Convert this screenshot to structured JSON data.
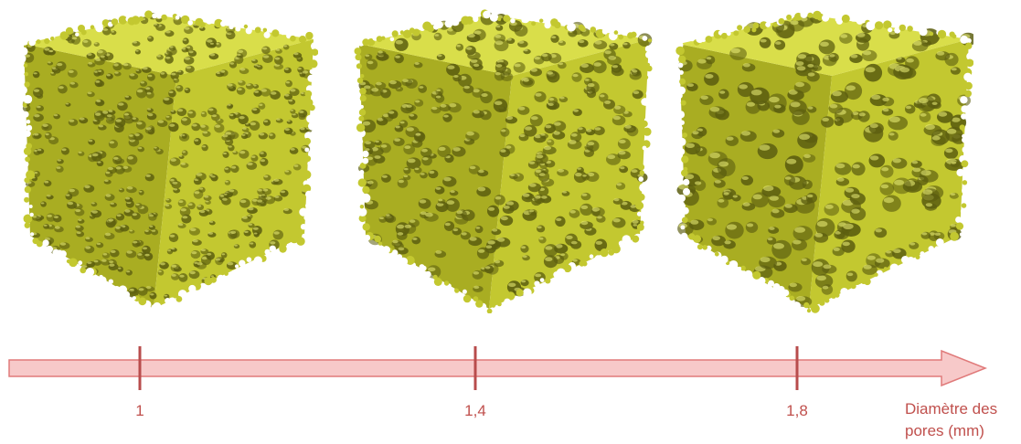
{
  "samples": [
    {
      "pore_diameter_label": "1",
      "texture": "fine"
    },
    {
      "pore_diameter_label": "1,4",
      "texture": "medium"
    },
    {
      "pore_diameter_label": "1,8",
      "texture": "coarse"
    }
  ],
  "axis": {
    "caption_line1": "Diamètre des",
    "caption_line2": "pores (mm)"
  },
  "colors": {
    "foam_top": "#d9de4a",
    "foam_left": "#a9ad22",
    "foam_right": "#c3c830",
    "foam_pore": "#5c5e10",
    "axis_fill": "#f7c9c9",
    "axis_stroke": "#e07a7a",
    "tick": "#b84c4c",
    "label": "#c0504d"
  }
}
